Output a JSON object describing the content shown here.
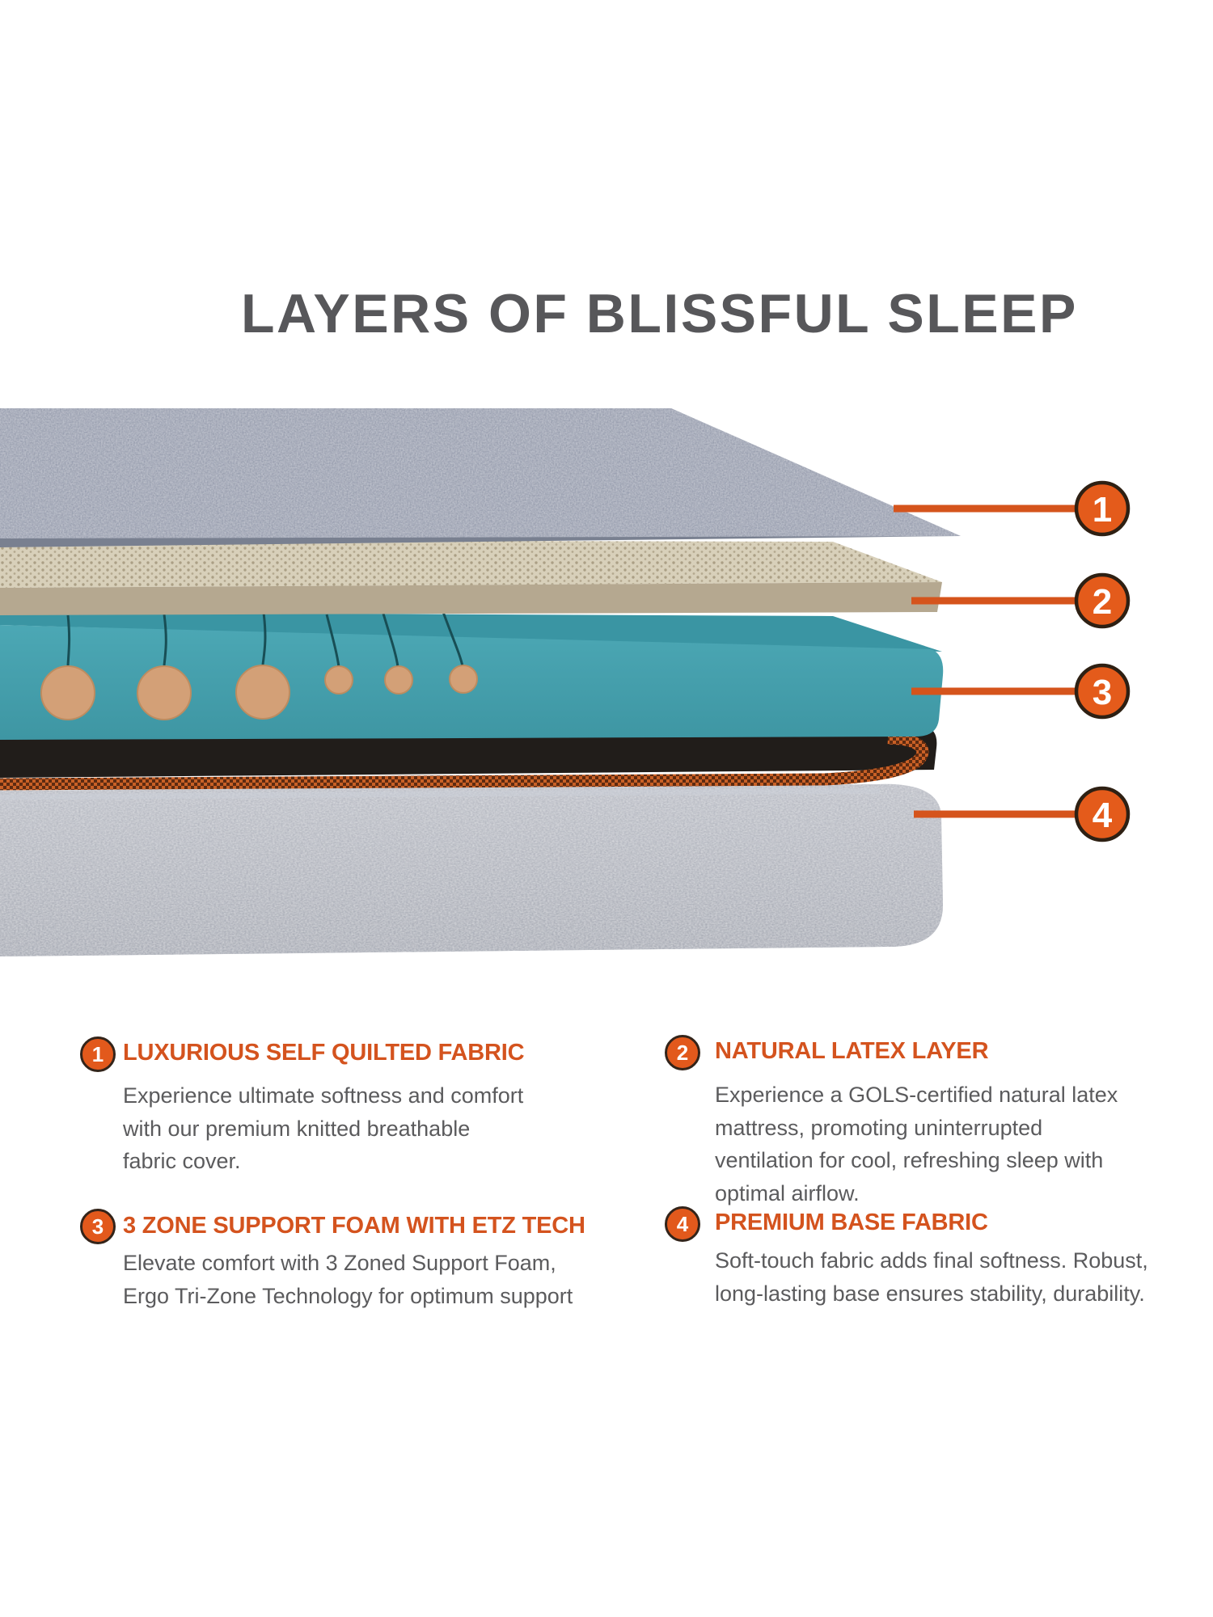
{
  "title": "LAYERS OF BLISSFUL SLEEP",
  "colors": {
    "accent_orange": "#d4531e",
    "callout_circle_orange": "#e45b1b",
    "callout_outline": "#2e2013",
    "leader_line_orange": "#d5541c",
    "title_gray": "#57575a",
    "body_text_gray": "#5b5b5d",
    "quilted_fabric_gray": "#8e95a8",
    "latex_beige_top": "#d8d0ba",
    "latex_beige_front": "#b5a890",
    "foam_teal_top": "#3a95a3",
    "foam_teal_front": "#49a3b0",
    "zone_line_teal": "#184e55",
    "copper_dot": "#d3a077",
    "interior_black": "#211d1a",
    "trim_orange": "#c96026",
    "base_fabric_gray": "#b6bac4"
  },
  "callouts": [
    {
      "number": "1"
    },
    {
      "number": "2"
    },
    {
      "number": "3"
    },
    {
      "number": "4"
    }
  ],
  "blocks": [
    {
      "number": "1",
      "heading": "LUXURIOUS SELF QUILTED FABRIC",
      "lines": [
        "Experience ultimate softness and comfort",
        "with our premium knitted breathable",
        "fabric cover."
      ]
    },
    {
      "number": "2",
      "heading": "NATURAL LATEX LAYER",
      "lines": [
        "Experience a GOLS-certified natural latex",
        "mattress, promoting uninterrupted",
        "ventilation for cool, refreshing sleep with",
        "optimal airflow."
      ]
    },
    {
      "number": "3",
      "heading": "3 ZONE SUPPORT FOAM WITH ETZ TECH",
      "lines": [
        "Elevate comfort with 3 Zoned Support Foam,",
        "Ergo Tri-Zone Technology for optimum support"
      ]
    },
    {
      "number": "4",
      "heading": "PREMIUM BASE FABRIC",
      "lines": [
        "Soft-touch fabric adds final softness. Robust,",
        "long-lasting base ensures stability, durability."
      ]
    }
  ]
}
